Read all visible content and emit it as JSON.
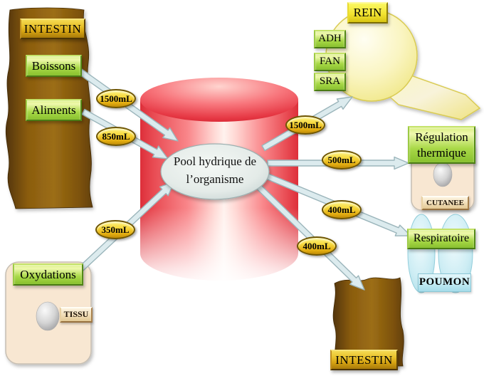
{
  "nodes": {
    "intestin_top": {
      "label": "INTESTIN"
    },
    "boissons": {
      "label": "Boissons"
    },
    "aliments": {
      "label": "Aliments"
    },
    "oxydations": {
      "label": "Oxydations"
    },
    "tissu": {
      "label": "TISSU"
    },
    "pool": {
      "label": "Pool hydrique de l’organisme"
    },
    "rein": {
      "label": "REIN"
    },
    "adh": {
      "label": "ADH"
    },
    "fan": {
      "label": "FAN"
    },
    "sra": {
      "label": "SRA"
    },
    "regulation_thermique": {
      "label": "Régulation thermique"
    },
    "cutanee": {
      "label": "CUTANEE"
    },
    "respiratoire": {
      "label": "Respiratoire"
    },
    "poumon": {
      "label": "POUMON"
    },
    "intestin_bottom": {
      "label": "INTESTIN"
    }
  },
  "flows": {
    "inputs": [
      {
        "from": "Boissons",
        "to": "Pool hydrique de l’organisme",
        "amount": "1500mL"
      },
      {
        "from": "Aliments",
        "to": "Pool hydrique de l’organisme",
        "amount": "850mL"
      },
      {
        "from": "Oxydations",
        "to": "Pool hydrique de l’organisme",
        "amount": "350mL"
      }
    ],
    "outputs": [
      {
        "from": "Pool hydrique de l’organisme",
        "to": "REIN",
        "amount": "1500mL"
      },
      {
        "from": "Pool hydrique de l’organisme",
        "to": "Régulation thermique",
        "amount": "500mL"
      },
      {
        "from": "Pool hydrique de l’organisme",
        "to": "Respiratoire",
        "amount": "400mL"
      },
      {
        "from": "Pool hydrique de l’organisme",
        "to": "INTESTIN",
        "amount": "400mL"
      }
    ]
  },
  "palette": {
    "cylinder_red": "#e8434c",
    "organ_brown": "#8a5c10",
    "node_green": "#9ccf3d",
    "flow_gold": "#e9b915",
    "rein_yellow": "#f2e431",
    "poumon_cyan": "#bfe9f2",
    "panel_beige": "#f8e7d2",
    "arrow_blue": "#dcebee"
  }
}
